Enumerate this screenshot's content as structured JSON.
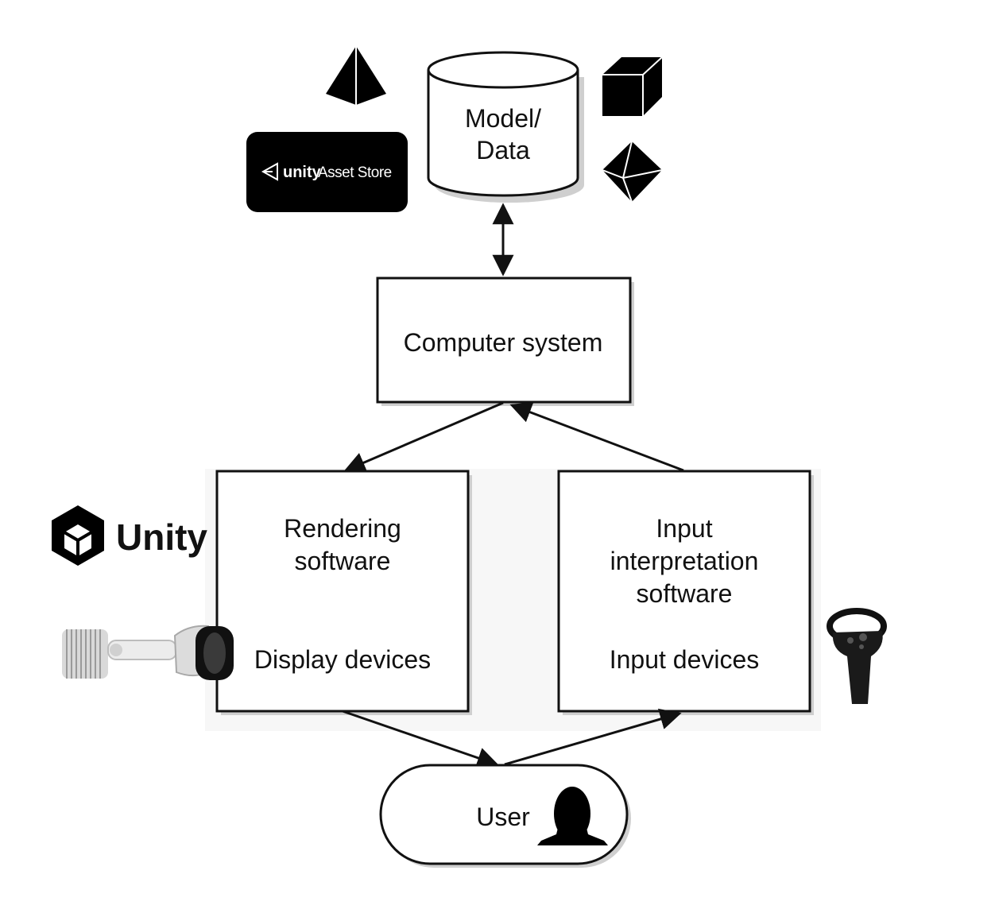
{
  "diagram": {
    "nodes": {
      "model_data": {
        "line1": "Model/",
        "line2": "Data"
      },
      "computer_system": {
        "label": "Computer system"
      },
      "rendering": {
        "line1": "Rendering",
        "line2": "software",
        "device": "Display devices"
      },
      "input": {
        "line1": "Input",
        "line2": "interpretation",
        "line3": "software",
        "device": "Input devices"
      },
      "user": {
        "label": "User"
      }
    },
    "logos": {
      "asset_store": {
        "brand": "unity",
        "text": "Asset Store"
      },
      "unity": {
        "text": "Unity"
      }
    },
    "icons": [
      "pyramid-icon",
      "cube-icon",
      "octahedron-icon",
      "unity-logo-icon",
      "vr-headset-icon",
      "vr-controller-icon",
      "user-silhouette-icon"
    ],
    "colors": {
      "stroke": "#111111",
      "logo_bg": "#000000",
      "background": "#ffffff"
    }
  }
}
